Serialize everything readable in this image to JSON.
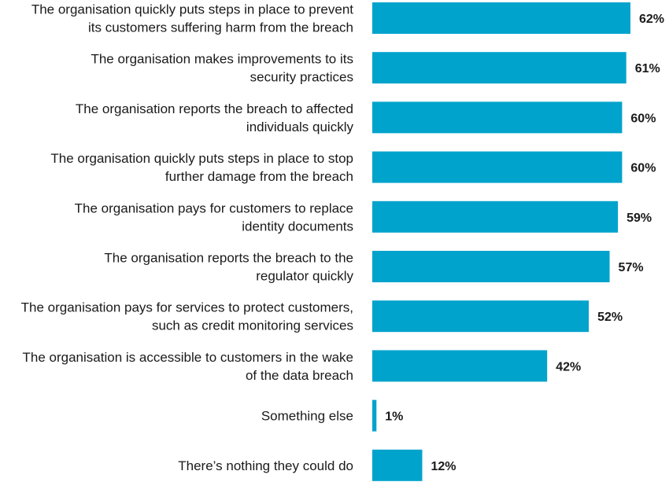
{
  "chart_data": {
    "type": "bar",
    "orientation": "horizontal",
    "categories": [
      [
        "The organisation quickly puts steps in place to prevent",
        "its customers suffering harm from the breach"
      ],
      [
        "The organisation makes improvements to its",
        "security practices"
      ],
      [
        "The organisation reports the breach to affected",
        "individuals quickly"
      ],
      [
        "The organisation quickly puts steps in place to stop",
        "further damage from the breach"
      ],
      [
        "The organisation pays for customers to replace",
        "identity documents"
      ],
      [
        "The organisation reports the breach to the",
        "regulator quickly"
      ],
      [
        "The organisation pays for services to protect customers,",
        "such as credit monitoring services"
      ],
      [
        "The organisation is accessible to customers in the wake",
        "of the data breach"
      ],
      [
        "Something else"
      ],
      [
        "There’s nothing they could do"
      ]
    ],
    "values": [
      62,
      61,
      60,
      60,
      59,
      57,
      52,
      42,
      1,
      12
    ],
    "value_labels": [
      "62%",
      "61%",
      "60%",
      "60%",
      "59%",
      "57%",
      "52%",
      "42%",
      "1%",
      "12%"
    ],
    "unit": "%",
    "xlim": [
      0,
      62
    ],
    "grid": false,
    "legend": "none",
    "bar_color": "#00a3cc"
  }
}
